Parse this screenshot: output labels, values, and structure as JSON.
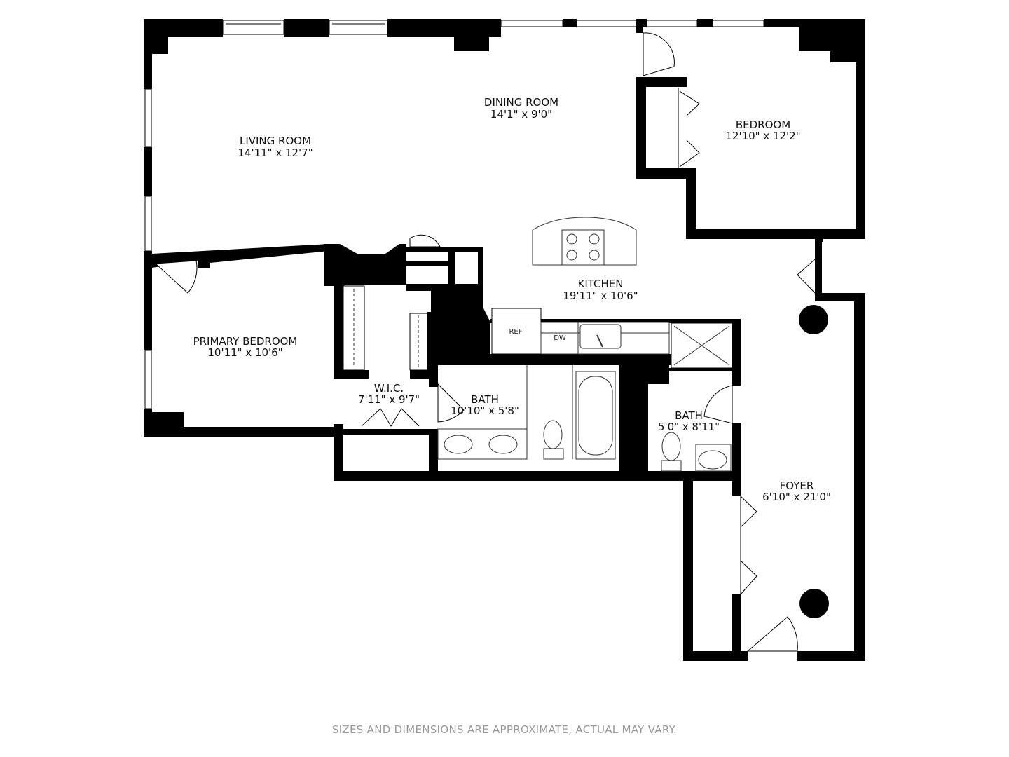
{
  "rooms": {
    "living": {
      "name": "LIVING ROOM",
      "dims": "14'11\" x 12'7\""
    },
    "dining": {
      "name": "DINING ROOM",
      "dims": "14'1\" x 9'0\""
    },
    "bedroom": {
      "name": "BEDROOM",
      "dims": "12'10\" x 12'2\""
    },
    "kitchen": {
      "name": "KITCHEN",
      "dims": "19'11\" x 10'6\""
    },
    "primary": {
      "name": "PRIMARY BEDROOM",
      "dims": "10'11\" x 10'6\""
    },
    "wic": {
      "name": "W.I.C.",
      "dims": "7'11\" x 9'7\""
    },
    "bath1": {
      "name": "BATH",
      "dims": "10'10\" x 5'8\""
    },
    "bath2": {
      "name": "BATH",
      "dims": "5'0\" x 8'11\""
    },
    "foyer": {
      "name": "FOYER",
      "dims": "6'10\" x 21'0\""
    }
  },
  "fixtures": {
    "ref": "REF",
    "dw": "DW"
  },
  "disclaimer": "SIZES AND DIMENSIONS ARE APPROXIMATE, ACTUAL MAY VARY.",
  "colors": {
    "wall": "#000000",
    "text": "#111111",
    "disclaimer": "#9a9a9a",
    "fixture_stroke": "#333333"
  }
}
